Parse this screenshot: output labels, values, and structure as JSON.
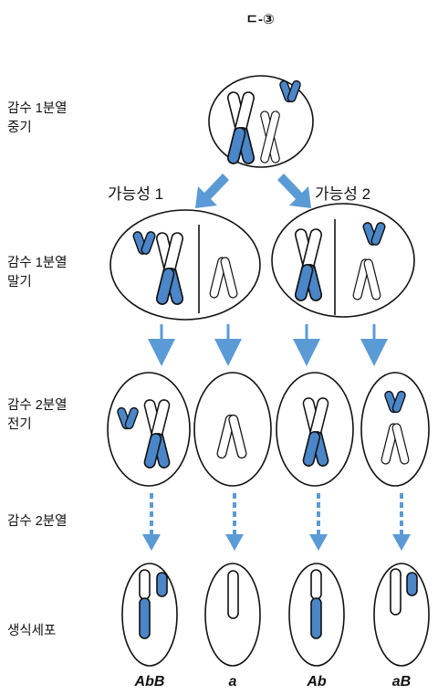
{
  "title": "ㄷ-③",
  "stages": {
    "meiosis1_metaphase": [
      "감수 1분열",
      "중기"
    ],
    "meiosis1_telophase": [
      "감수 1분열",
      "말기"
    ],
    "meiosis2_prophase": [
      "감수 2분열",
      "전기"
    ],
    "meiosis2": [
      "감수 2분열"
    ],
    "gamete": [
      "생식세포"
    ]
  },
  "possibilities": [
    "가능성 1",
    "가능성 2"
  ],
  "genotypes": [
    "AbB",
    "a",
    "Ab",
    "aB"
  ],
  "colors": {
    "blue": "#4a86c8",
    "arrow": "#5b9bd5",
    "outline": "#111111"
  }
}
